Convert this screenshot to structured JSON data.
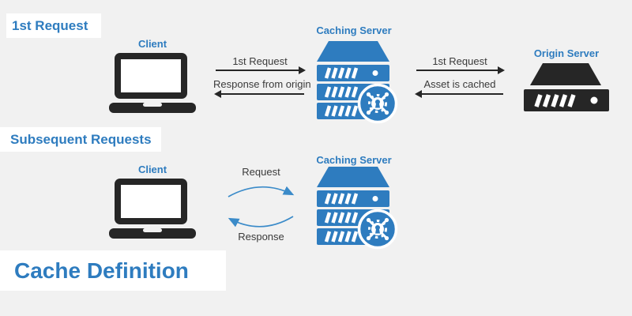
{
  "palette": {
    "background": "#f1f1f1",
    "panel": "#ffffff",
    "blue": "#2e7cbf",
    "arrow_blue": "#3b8bc9",
    "dark": "#262626",
    "text_dark": "#3a3a3a"
  },
  "title": "Cache Definition",
  "icons": {
    "client": "laptop-icon",
    "caching_server": "server-stack-icon",
    "cache_badge": "cache-gear-badge-icon",
    "origin_server": "rack-server-icon"
  },
  "sections": {
    "first": {
      "header": "1st Request",
      "client_label": "Client",
      "caching_server_label": "Caching Server",
      "origin_server_label": "Origin Server",
      "arrow_client_to_cache": "1st Request",
      "arrow_cache_to_client": "Response from origin",
      "arrow_cache_to_origin": "1st Request",
      "arrow_origin_to_cache": "Asset is cached"
    },
    "subsequent": {
      "header": "Subsequent Requests",
      "client_label": "Client",
      "caching_server_label": "Caching Server",
      "arrow_request": "Request",
      "arrow_response": "Response"
    }
  }
}
